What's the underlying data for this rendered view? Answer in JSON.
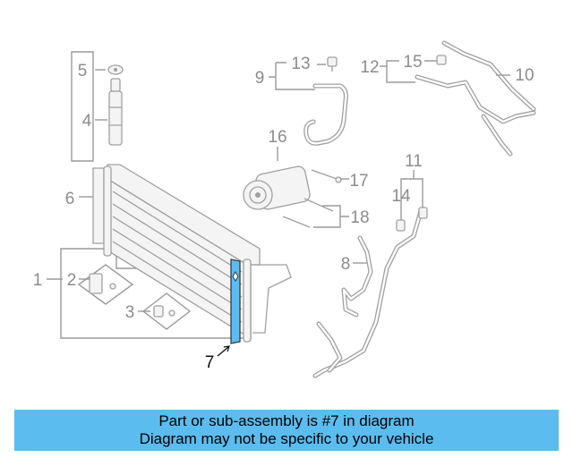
{
  "diagram": {
    "callouts": {
      "c1": "1",
      "c2": "2",
      "c3": "3",
      "c4": "4",
      "c5": "5",
      "c6": "6",
      "c7": "7",
      "c8": "8",
      "c9": "9",
      "c10": "10",
      "c11": "11",
      "c12": "12",
      "c13": "13",
      "c14": "14",
      "c15": "15",
      "c16": "16",
      "c17": "17",
      "c18": "18"
    },
    "highlighted_part": "7",
    "colors": {
      "highlight": "#5bbcef",
      "line_art": "#a0a0a0",
      "callout_text": "#8c8c8c"
    }
  },
  "banner": {
    "line1": "Part or sub-assembly is #7 in diagram",
    "line2": "Diagram may not be specific to your vehicle",
    "background": "#5bbcef"
  }
}
